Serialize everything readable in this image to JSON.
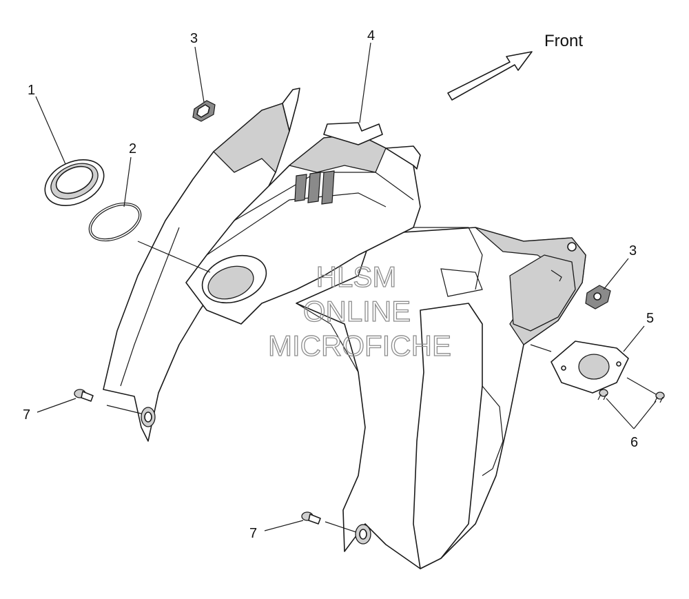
{
  "direction_label": "Front",
  "watermark": {
    "line1": "HLSM",
    "line2": "ONLINE",
    "line3": "MICROFICHE"
  },
  "callouts": [
    {
      "id": "c1",
      "number": "1",
      "part": "bezel-ring"
    },
    {
      "id": "c2",
      "number": "2",
      "part": "o-ring"
    },
    {
      "id": "c3a",
      "number": "3",
      "part": "speed-nut"
    },
    {
      "id": "c4",
      "number": "4",
      "part": "front-fairing-panel"
    },
    {
      "id": "c3b",
      "number": "3",
      "part": "speed-nut"
    },
    {
      "id": "c5",
      "number": "5",
      "part": "cover-plate"
    },
    {
      "id": "c6",
      "number": "6",
      "part": "screw"
    },
    {
      "id": "c7a",
      "number": "7",
      "part": "push-rivet"
    },
    {
      "id": "c7b",
      "number": "7",
      "part": "push-rivet"
    }
  ]
}
